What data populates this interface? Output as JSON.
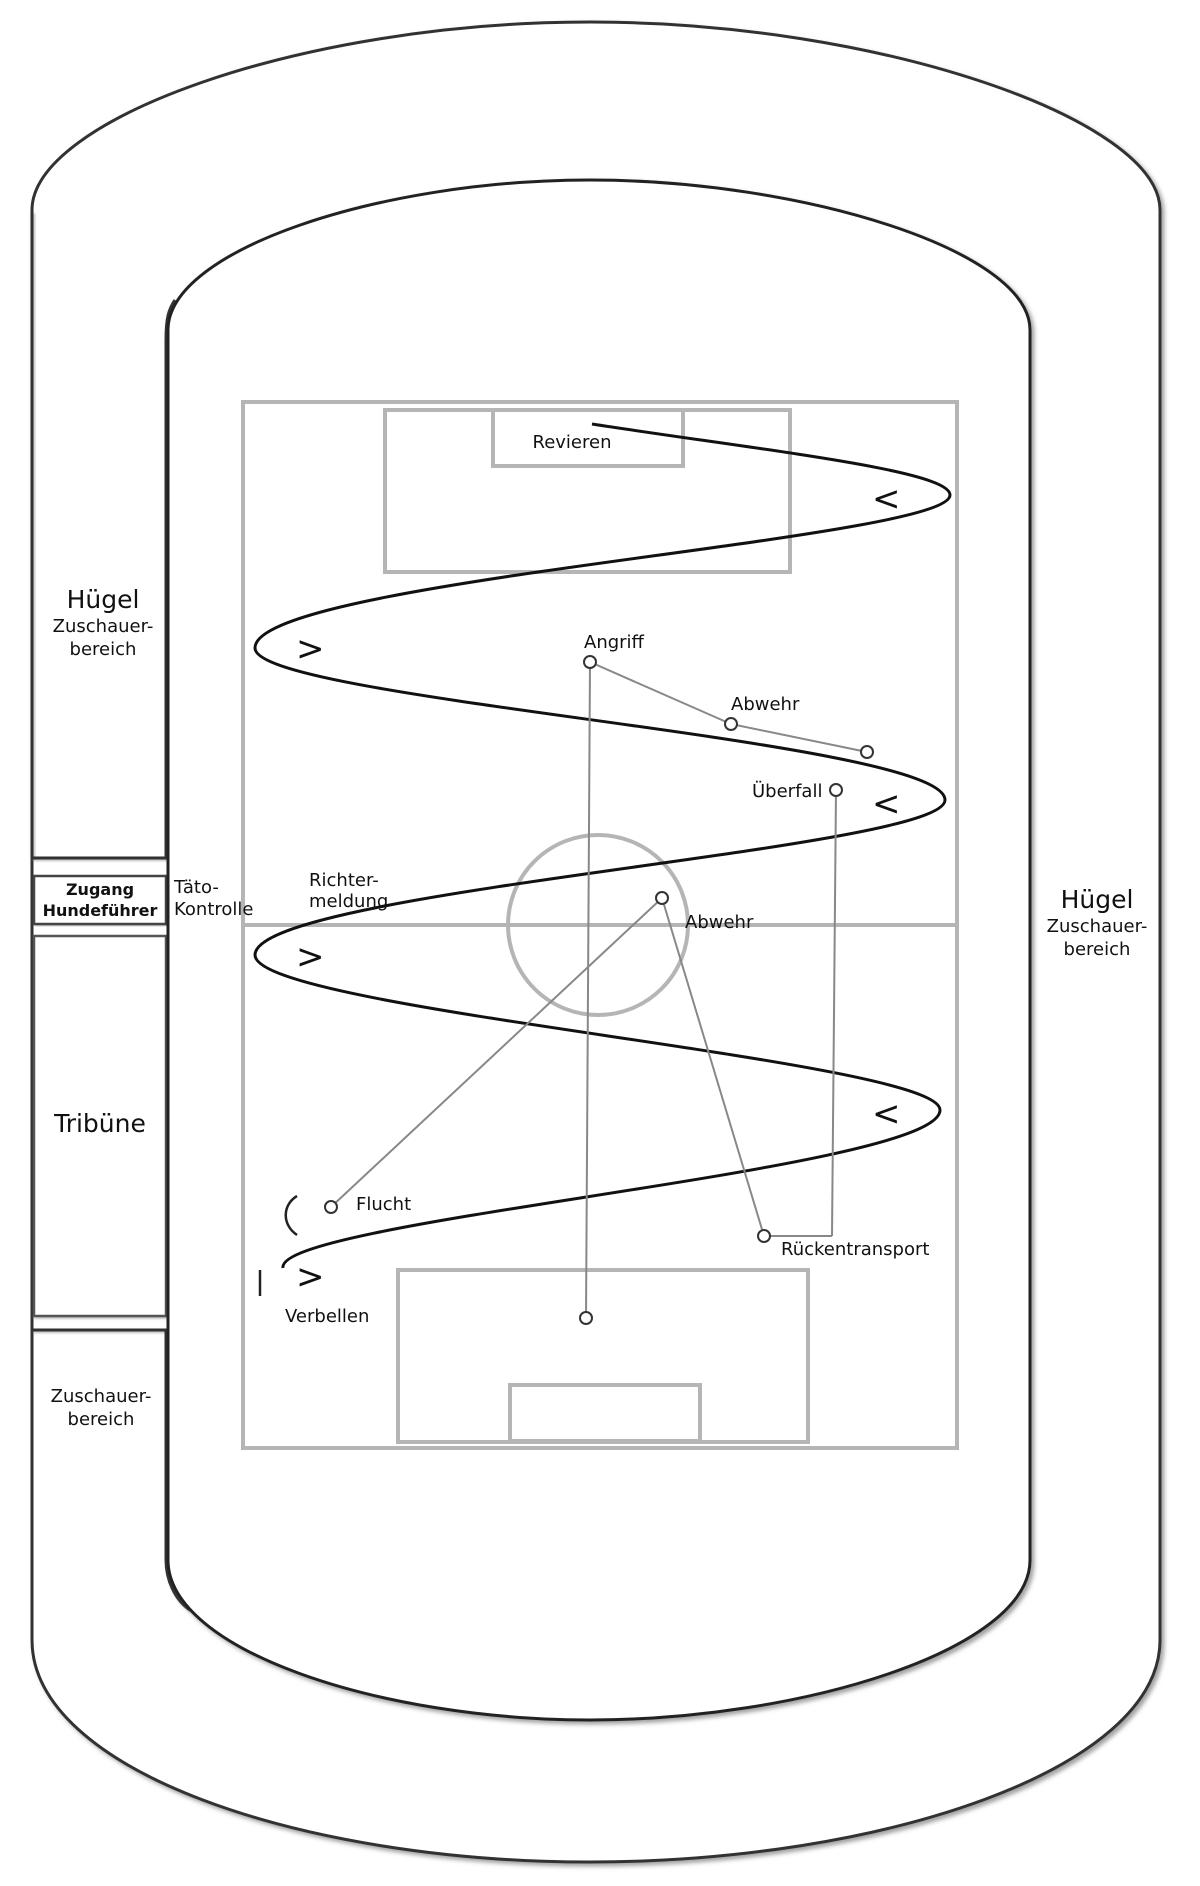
{
  "zones": {
    "huegel_left": {
      "title": "Hügel",
      "line1": "Zuschauer-",
      "line2": "bereich"
    },
    "huegel_right": {
      "title": "Hügel",
      "line1": "Zuschauer-",
      "line2": "bereich"
    },
    "zugang": {
      "line1": "Zugang",
      "line2": "Hundeführer"
    },
    "taeto": {
      "line1": "Täto-",
      "line2": "Kontrolle"
    },
    "tribuene": {
      "title": "Tribüne"
    },
    "zuschauer_bottom": {
      "line1": "Zuschauer-",
      "line2": "bereich"
    }
  },
  "field": {
    "revieren": "Revieren",
    "richtermeldung_line1": "Richter-",
    "richtermeldung_line2": "meldung",
    "angriff": "Angriff",
    "abwehr_top": "Abwehr",
    "ueberfall": "Überfall",
    "abwehr_center": "Abwehr",
    "flucht": "Flucht",
    "verbellen": "Verbellen",
    "rueckentransport": "Rückentransport"
  },
  "arrows": {
    "left": "<",
    "right": ">"
  }
}
